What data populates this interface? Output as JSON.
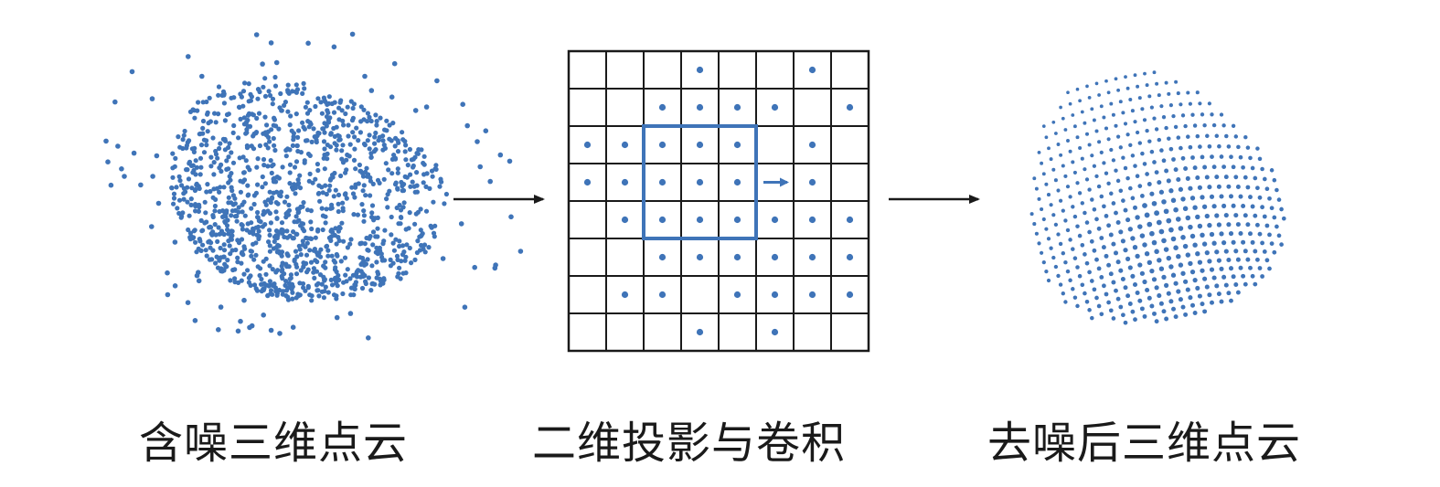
{
  "captions": {
    "noisy": "含噪三维点云",
    "projection": "二维投影与卷积",
    "denoised": "去噪后三维点云"
  },
  "colors": {
    "point": "#3f74b8",
    "kernel": "#3f74b8",
    "grid_line": "#1a1a1a",
    "arrow": "#1a1a1a"
  },
  "grid": {
    "rows": 8,
    "cols": 8,
    "occupied": [
      [
        0,
        0,
        0,
        1,
        0,
        0,
        1,
        0
      ],
      [
        0,
        0,
        1,
        1,
        1,
        1,
        0,
        1
      ],
      [
        1,
        1,
        1,
        1,
        1,
        0,
        1,
        0
      ],
      [
        1,
        1,
        1,
        1,
        1,
        0,
        1,
        0
      ],
      [
        0,
        1,
        1,
        1,
        1,
        1,
        1,
        1
      ],
      [
        0,
        0,
        1,
        1,
        1,
        1,
        1,
        1
      ],
      [
        0,
        1,
        1,
        0,
        1,
        1,
        1,
        1
      ],
      [
        0,
        0,
        0,
        1,
        0,
        1,
        0,
        0
      ]
    ],
    "kernel": {
      "row_start": 2,
      "col_start": 2,
      "rows": 3,
      "cols": 3
    },
    "stride_direction": "right"
  }
}
